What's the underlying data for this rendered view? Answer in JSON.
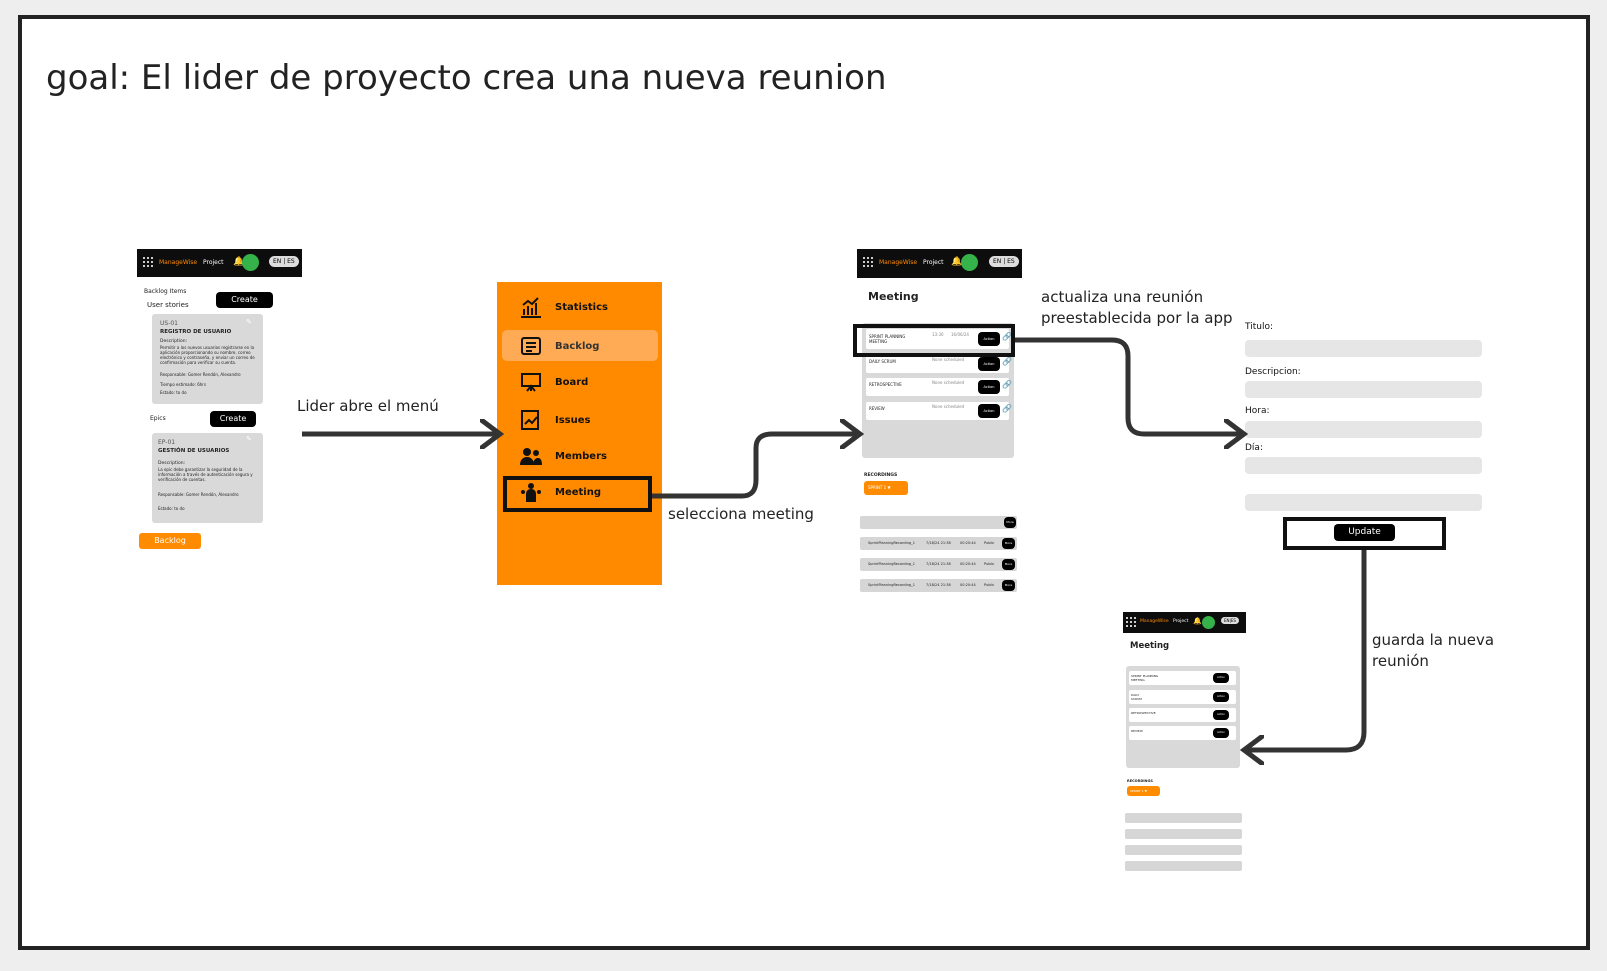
{
  "goal_title": "goal: El lider de proyecto crea una nueva reunion",
  "labels": {
    "open_menu": "Lider abre el menú",
    "select_meeting": "selecciona meeting",
    "update_preset_1": "actualiza una reunión",
    "update_preset_2": "preestablecida por la app",
    "save_1": "guarda la nueva",
    "save_2": "reunión"
  },
  "app": {
    "brand": "ManageWise",
    "section": "Project",
    "lang_en": "EN",
    "lang_es": "ES"
  },
  "backlog_screen": {
    "header": "Backlog Items",
    "user_stories": "User stories",
    "create": "Create",
    "us_id": "US-01",
    "us_title": "REGISTRO DE USUARIO",
    "us_desc_label": "Description:",
    "us_desc": "Permitir a los nuevos usuarios registrarse en la aplicación proporcionando su nombre, correo electrónico y contraseña, y enviar un correo de confirmación para verificar su cuenta.",
    "us_resp": "Responsable: Gomer Rendón, Alexandro",
    "us_time": "Tiempo estimado: 6hrs",
    "us_state": "Estado: to do",
    "epics": "Epics",
    "create2": "Create",
    "ep_id": "EP-01",
    "ep_title": "GESTIÓN DE USUARIOS",
    "ep_desc_label": "Description:",
    "ep_desc": "La epic debe garantizar la seguridad de la información a través de autenticación segura y verificación de cuentas.",
    "ep_resp": "Responsable: Gomer Rendón, Alexandro",
    "ep_state": "Estado: to do",
    "backlog_btn": "Backlog"
  },
  "menu": {
    "items": [
      "Statistics",
      "Backlog",
      "Board",
      "Issues",
      "Members",
      "Meeting"
    ]
  },
  "meeting_screen": {
    "title": "Meeting",
    "rows": [
      {
        "name": "SPRINT PLANNING MEETING",
        "time": "13:30",
        "date": "16/06/24"
      },
      {
        "name": "DAILY SCRUM",
        "status": "None scheduled"
      },
      {
        "name": "RETROSPECTIVE",
        "status": "None scheduled"
      },
      {
        "name": "REVIEW",
        "status": "None scheduled"
      }
    ],
    "action": "Action",
    "recordings": "RECORDINGS",
    "sprint": "SPRINT 1",
    "rec_rows": [
      {
        "name": "SprintPlanningRecording_1",
        "date": "7/18/24 21:38",
        "dur": "00:20:44",
        "vis": "Public"
      },
      {
        "name": "SprintPlanningRecording_1",
        "date": "7/18/24 21:38",
        "dur": "00:20:44",
        "vis": "Public"
      },
      {
        "name": "SprintPlanningRecording_1",
        "date": "7/18/24 21:38",
        "dur": "00:20:44",
        "vis": "Public"
      }
    ],
    "more": "More"
  },
  "form": {
    "titulo": "Titulo:",
    "descripcion": "Descripcion:",
    "hora": "Hora:",
    "dia": "Día:",
    "update": "Update"
  },
  "colors": {
    "accent": "#ff8a00",
    "dark": "#0d0d0d",
    "panel": "#d9d9d9"
  }
}
